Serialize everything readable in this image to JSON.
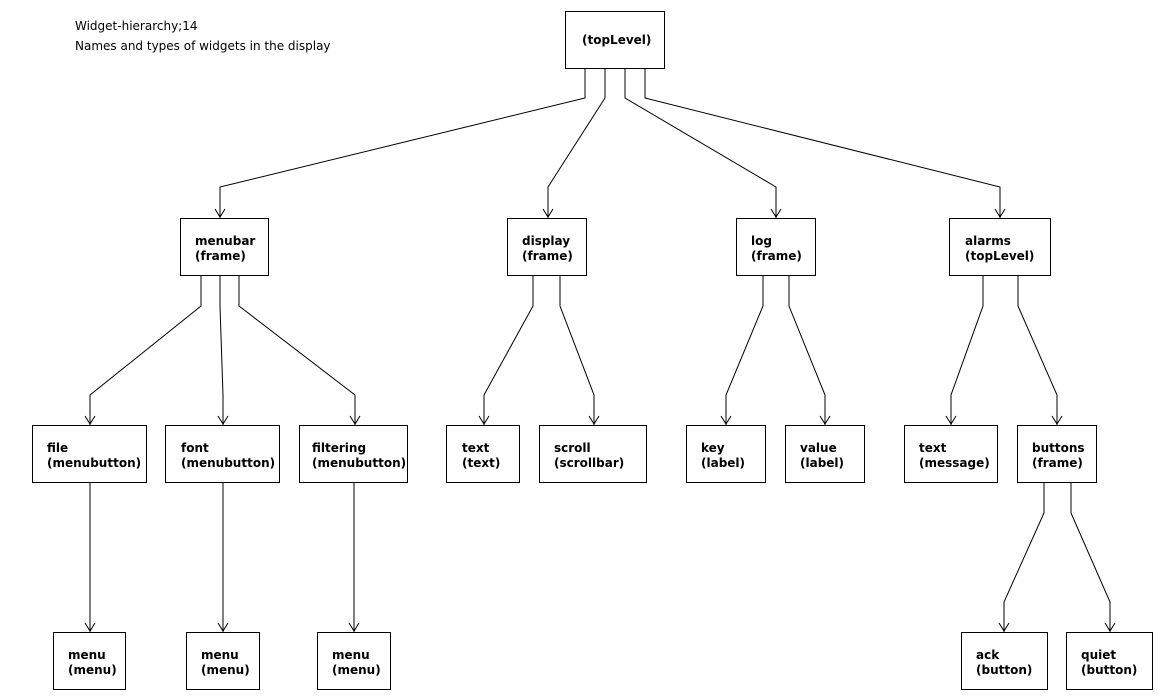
{
  "caption": {
    "title": "Widget-hierarchy;14",
    "subtitle": "Names and types of widgets in the display"
  },
  "nodes": {
    "toplevel": {
      "type": "(topLevel)"
    },
    "menubar": {
      "name": "menubar",
      "type": "(frame)"
    },
    "display": {
      "name": "display",
      "type": "(frame)"
    },
    "log": {
      "name": "log",
      "type": "(frame)"
    },
    "alarms": {
      "name": "alarms",
      "type": "(topLevel)"
    },
    "file": {
      "name": "file",
      "type": "(menubutton)"
    },
    "font": {
      "name": "font",
      "type": "(menubutton)"
    },
    "filtering": {
      "name": "filtering",
      "type": "(menubutton)"
    },
    "text1": {
      "name": "text",
      "type": "(text)"
    },
    "scroll": {
      "name": "scroll",
      "type": "(scrollbar)"
    },
    "key": {
      "name": "key",
      "type": "(label)"
    },
    "value": {
      "name": "value",
      "type": "(label)"
    },
    "text2": {
      "name": "text",
      "type": "(message)"
    },
    "buttons": {
      "name": "buttons",
      "type": "(frame)"
    },
    "menu1": {
      "name": "menu",
      "type": "(menu)"
    },
    "menu2": {
      "name": "menu",
      "type": "(menu)"
    },
    "menu3": {
      "name": "menu",
      "type": "(menu)"
    },
    "ack": {
      "name": "ack",
      "type": "(button)"
    },
    "quiet": {
      "name": "quiet",
      "type": "(button)"
    }
  },
  "edges": [
    [
      "toplevel",
      "menubar"
    ],
    [
      "toplevel",
      "display"
    ],
    [
      "toplevel",
      "log"
    ],
    [
      "toplevel",
      "alarms"
    ],
    [
      "menubar",
      "file"
    ],
    [
      "menubar",
      "font"
    ],
    [
      "menubar",
      "filtering"
    ],
    [
      "display",
      "text1"
    ],
    [
      "display",
      "scroll"
    ],
    [
      "log",
      "key"
    ],
    [
      "log",
      "value"
    ],
    [
      "alarms",
      "text2"
    ],
    [
      "alarms",
      "buttons"
    ],
    [
      "file",
      "menu1"
    ],
    [
      "font",
      "menu2"
    ],
    [
      "filtering",
      "menu3"
    ],
    [
      "buttons",
      "ack"
    ],
    [
      "buttons",
      "quiet"
    ]
  ]
}
